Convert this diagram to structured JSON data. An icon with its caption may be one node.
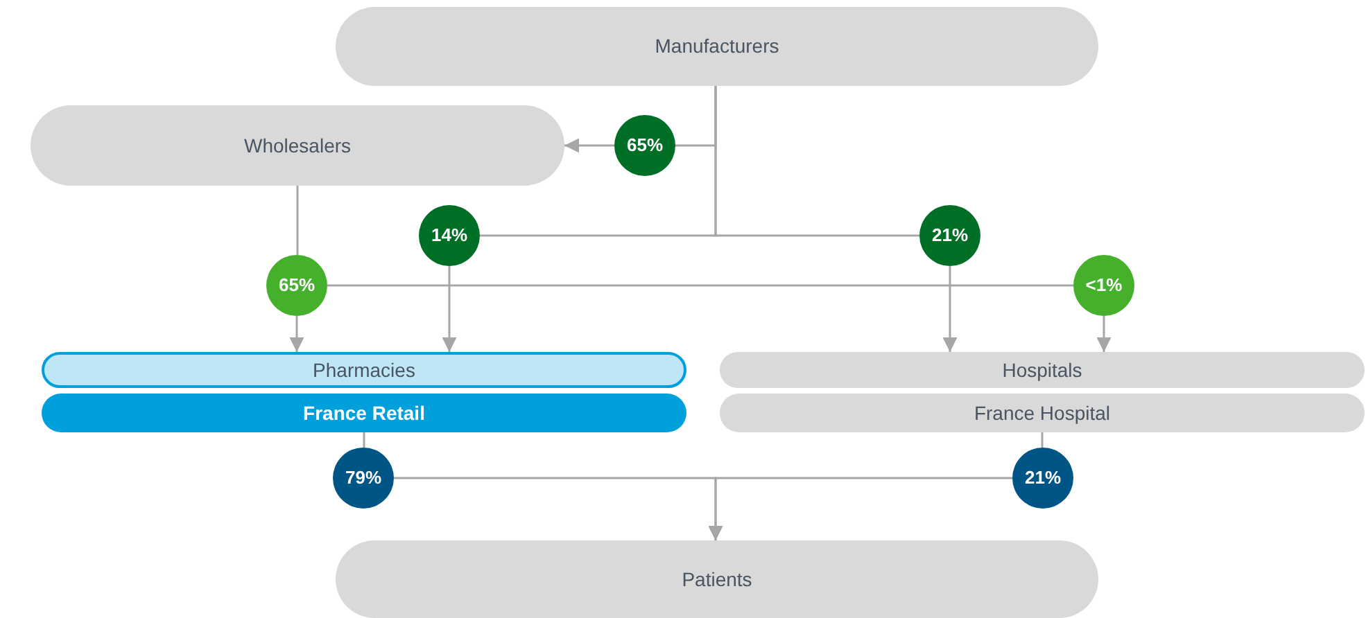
{
  "diagram": {
    "nodes": [
      {
        "text": [
          "Manufacturers"
        ]
      },
      {
        "text": [
          "Wholesalers"
        ]
      },
      {
        "text": [
          "65%"
        ]
      },
      {
        "text": [
          "14%"
        ]
      },
      {
        "text": [
          "21%"
        ]
      },
      {
        "text": [
          "65%"
        ]
      },
      {
        "text": [
          "<1%"
        ]
      },
      {
        "text": [
          "Pharmacies"
        ]
      },
      {
        "text": [
          "France Retail"
        ]
      },
      {
        "text": [
          "Hospitals"
        ]
      },
      {
        "text": [
          "France Hospital"
        ]
      },
      {
        "text": [
          "79%"
        ]
      },
      {
        "text": [
          "21%"
        ]
      },
      {
        "text": [
          "Patients"
        ]
      }
    ],
    "edges": [
      {
        "from": 0,
        "to": 2,
        "arrow": "none"
      },
      {
        "from": 2,
        "to": 1,
        "arrow": "to"
      },
      {
        "from": 0,
        "to": 3,
        "arrow": "none"
      },
      {
        "from": 0,
        "to": 4,
        "arrow": "none"
      },
      {
        "from": 3,
        "to": 7,
        "arrow": "to"
      },
      {
        "from": 4,
        "to": 9,
        "arrow": "to"
      },
      {
        "from": 1,
        "to": 5,
        "arrow": "none"
      },
      {
        "from": 5,
        "to": 7,
        "arrow": "to"
      },
      {
        "from": 5,
        "to": 6,
        "arrow": "none"
      },
      {
        "from": 6,
        "to": 9,
        "arrow": "to"
      },
      {
        "from": 8,
        "to": 11,
        "arrow": "none"
      },
      {
        "from": 11,
        "to": 13,
        "arrow": "to"
      },
      {
        "from": 10,
        "to": 12,
        "arrow": "none"
      },
      {
        "from": 12,
        "to": 13,
        "arrow": "to"
      }
    ]
  }
}
